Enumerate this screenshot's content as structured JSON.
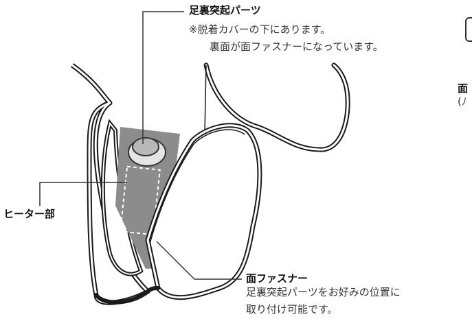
{
  "labels": {
    "foot_bump": {
      "title": "足裏突起パーツ",
      "note_1": "※脱着カバーの下にあります。",
      "note_2": "裏面が面ファスナーになっています。"
    },
    "heater": {
      "title": "ヒーター部"
    },
    "fastener": {
      "title": "面ファスナー",
      "note_1": "足裏突起パーツをお好みの位置に",
      "note_2": "取り付け可能です。"
    },
    "side_fragment": {
      "line_1": "面",
      "line_2": "(ﾉ"
    }
  },
  "colors": {
    "outline": "#1a1a1a",
    "pad": "#8c8c8c",
    "bump_outer": "#dcdcdc",
    "bump_inner": "#b8b8b8",
    "leader": "#333333"
  }
}
